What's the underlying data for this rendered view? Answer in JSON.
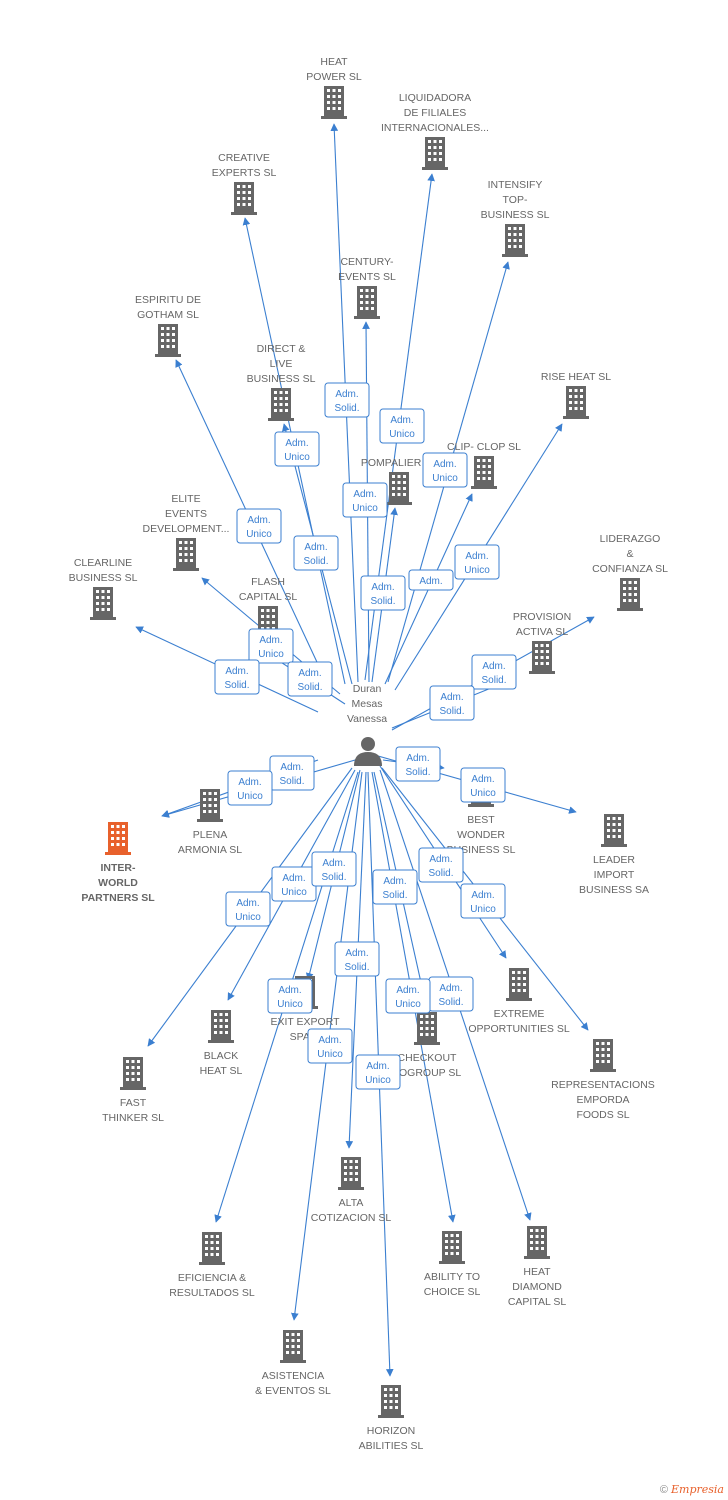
{
  "center": {
    "label": [
      "Duran",
      "Mesas",
      "Vanessa"
    ]
  },
  "colors": {
    "edge": "#3b7fd0",
    "building": "#666666",
    "highlight": "#e8612c",
    "badge_border": "#3b7fd0",
    "text": "#666666"
  },
  "companies": [
    {
      "name": [
        "HEAT",
        "POWER SL"
      ]
    },
    {
      "name": [
        "LIQUIDADORA",
        "DE FILIALES",
        "INTERNACIONALES..."
      ]
    },
    {
      "name": [
        "CREATIVE",
        "EXPERTS  SL"
      ]
    },
    {
      "name": [
        "INTENSIFY",
        "TOP-",
        "BUSINESS SL"
      ]
    },
    {
      "name": [
        "CENTURY-",
        "EVENTS  SL"
      ]
    },
    {
      "name": [
        "ESPIRITU DE",
        "GOTHAM  SL"
      ]
    },
    {
      "name": [
        "DIRECT &",
        "LIVE",
        "BUSINESS SL"
      ]
    },
    {
      "name": [
        "RISE HEAT  SL"
      ]
    },
    {
      "name": [
        "CLIP- CLOP SL"
      ]
    },
    {
      "name": [
        "POMPALIER SL"
      ]
    },
    {
      "name": [
        "ELITE",
        "EVENTS",
        "DEVELOPMENT..."
      ]
    },
    {
      "name": [
        "LIDERAZGO",
        "&",
        "CONFIANZA SL"
      ]
    },
    {
      "name": [
        "CLEARLINE",
        "BUSINESS SL"
      ]
    },
    {
      "name": [
        "FLASH",
        "CAPITAL SL"
      ]
    },
    {
      "name": [
        "PROVISION",
        "ACTIVA SL"
      ]
    },
    {
      "name": [
        "PLENA",
        "ARMONIA SL"
      ]
    },
    {
      "name": [
        "INTER-",
        "WORLD",
        "PARTNERS  SL"
      ]
    },
    {
      "name": [
        "BEST",
        "WONDER",
        "BUSINESS SL"
      ]
    },
    {
      "name": [
        "LEADER",
        "IMPORT",
        "BUSINESS SA"
      ]
    },
    {
      "name": [
        "EXTREME",
        "OPPORTUNITIES SL"
      ]
    },
    {
      "name": [
        "EXIT EXPORT",
        "SPAIN"
      ]
    },
    {
      "name": [
        "BLACK",
        "HEAT SL"
      ]
    },
    {
      "name": [
        "CHECKOUT",
        "TOGROUP SL"
      ]
    },
    {
      "name": [
        "REPRESENTACIONS",
        "EMPORDA",
        "FOODS  SL"
      ]
    },
    {
      "name": [
        "FAST",
        "THINKER  SL"
      ]
    },
    {
      "name": [
        "ALTA",
        "COTIZACION SL"
      ]
    },
    {
      "name": [
        "EFICIENCIA &",
        "RESULTADOS SL"
      ]
    },
    {
      "name": [
        "ABILITY TO",
        "CHOICE SL"
      ]
    },
    {
      "name": [
        "HEAT",
        "DIAMOND",
        "CAPITAL SL"
      ]
    },
    {
      "name": [
        "ASISTENCIA",
        "& EVENTOS  SL"
      ]
    },
    {
      "name": [
        "HORIZON",
        "ABILITIES SL"
      ]
    }
  ],
  "badges": [
    [
      "Adm.",
      "Solid."
    ],
    [
      "Adm.",
      "Unico"
    ],
    [
      "Adm.",
      "Unico"
    ],
    [
      "Adm.",
      "Unico"
    ],
    [
      "Adm.",
      "Unico"
    ],
    [
      "Adm.",
      "Unico"
    ],
    [
      "Adm.",
      "Solid."
    ],
    [
      "Adm.",
      "Solid."
    ],
    [
      "Adm.",
      "Unico"
    ],
    [
      "Adm."
    ],
    [
      "Adm.",
      "Unico"
    ],
    [
      "Adm.",
      "Solid."
    ],
    [
      "Adm.",
      "Solid."
    ],
    [
      "Adm.",
      "Solid."
    ],
    [
      "Adm.",
      "Solid."
    ],
    [
      "Adm.",
      "Solid."
    ],
    [
      "Adm.",
      "Unico"
    ],
    [
      "Adm.",
      "Solid."
    ],
    [
      "Adm.",
      "Unico"
    ],
    [
      "Adm.",
      "Unico"
    ],
    [
      "Adm.",
      "Solid."
    ],
    [
      "Adm.",
      "Solid."
    ],
    [
      "Adm.",
      "Unico"
    ],
    [
      "Adm.",
      "Solid."
    ],
    [
      "Adm.",
      "Solid."
    ],
    [
      "Adm.",
      "Unico"
    ],
    [
      "Adm.",
      "Unico"
    ],
    [
      "Adm.",
      "Solid."
    ],
    [
      "Adm.",
      "Unico"
    ],
    [
      "Adm.",
      "Unico"
    ],
    [
      "Adm.",
      "Unico"
    ]
  ],
  "footer": {
    "copyright": "©",
    "brand": "Empresia"
  }
}
